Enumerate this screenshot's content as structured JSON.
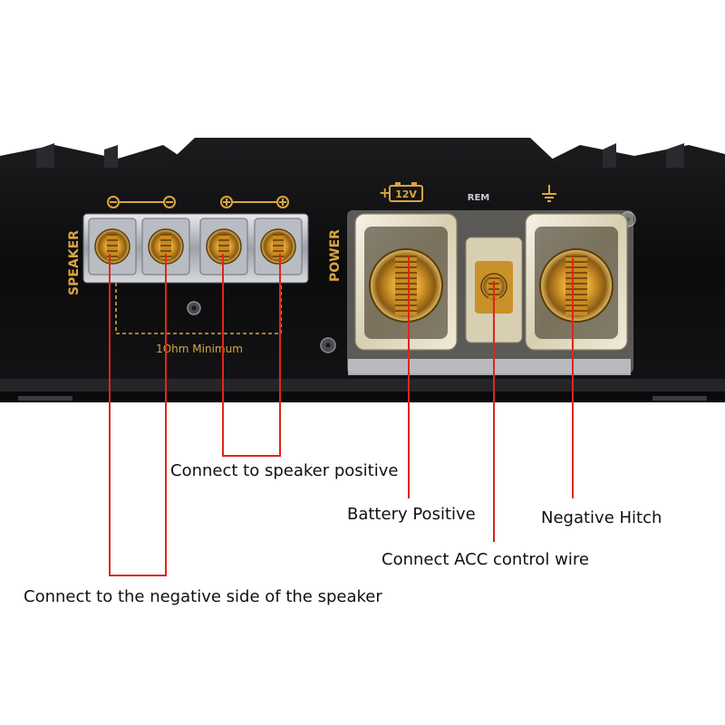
{
  "amp_panel": {
    "speaker_label": "SPEAKER",
    "power_label": "POWER",
    "impedance_note": "1Ohm Minimum",
    "battery_voltage": "12V",
    "remote_label": "REM"
  },
  "callouts": {
    "speaker_positive": "Connect to speaker positive",
    "speaker_negative": "Connect to the negative side of the speaker",
    "battery_positive": "Battery Positive",
    "acc_control": "Connect ACC control wire",
    "negative_hitch": "Negative Hitch"
  },
  "colors": {
    "panel": "#0e0e10",
    "gold": "#d9a441",
    "callout_line": "#e0261c",
    "metal": "#c9ccd2"
  }
}
